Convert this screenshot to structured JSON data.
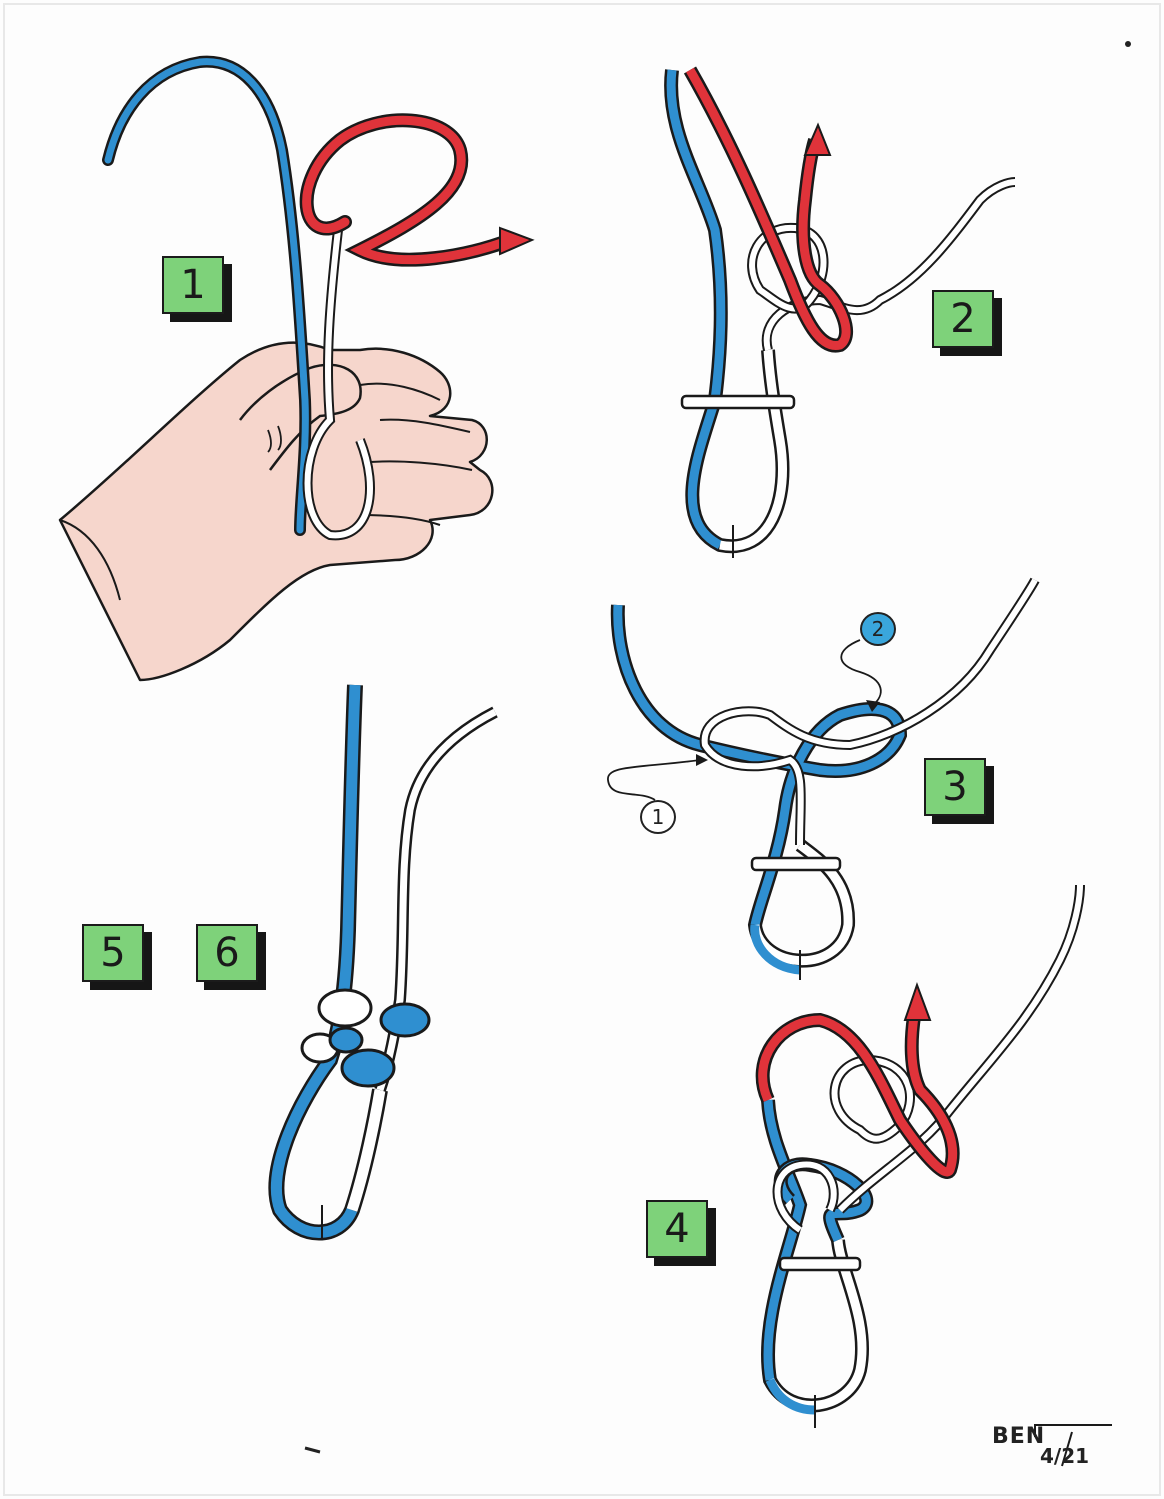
{
  "steps": {
    "s1": "1",
    "s2": "2",
    "s3": "3",
    "s4": "4",
    "s5": "5",
    "s6": "6"
  },
  "markers": {
    "m1": "1",
    "m2": "2"
  },
  "signature": {
    "name": "BEN",
    "date": "4/21"
  },
  "colors": {
    "blue_rope": "#2f8fd0",
    "red_rope": "#e0333a",
    "white_rope": "#ffffff",
    "badge_green": "#7ed27a",
    "skin": "#f6d6cc"
  }
}
